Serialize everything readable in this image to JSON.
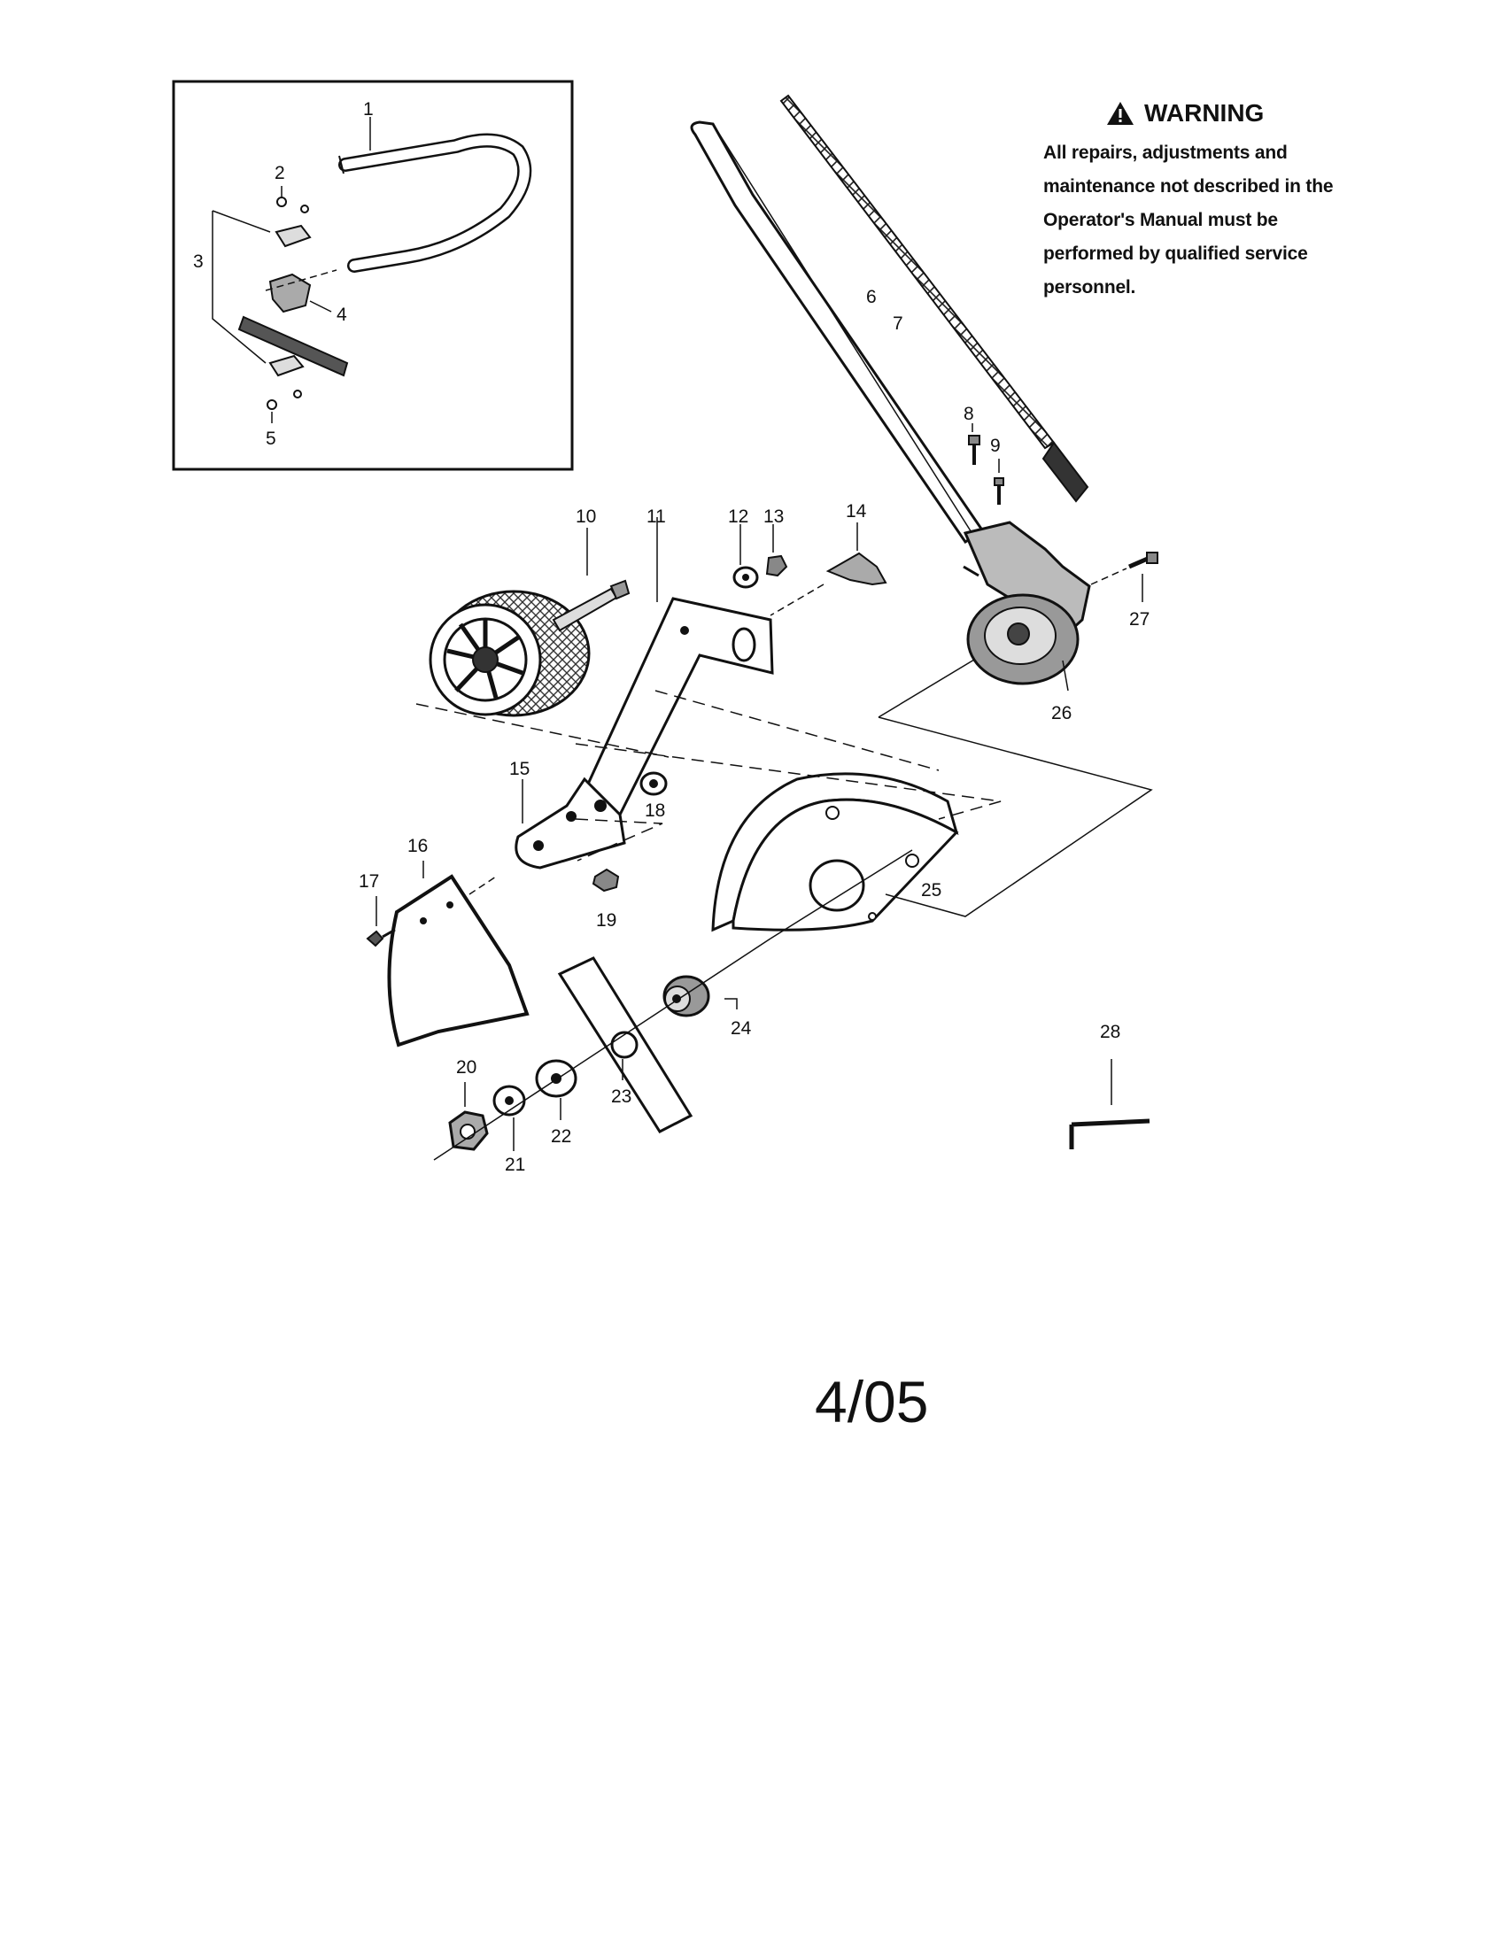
{
  "warning": {
    "title": "WARNING",
    "icon": "warning-triangle-icon",
    "text": "All repairs, adjustments and maintenance not described in the Operator's Manual must be performed by qualified service personnel."
  },
  "part_labels": [
    "1",
    "2",
    "3",
    "4",
    "5",
    "6",
    "7",
    "8",
    "9",
    "10",
    "11",
    "12",
    "13",
    "14",
    "15",
    "16",
    "17",
    "18",
    "19",
    "20",
    "21",
    "22",
    "23",
    "24",
    "25",
    "26",
    "27",
    "28"
  ],
  "page_date": "4/05"
}
